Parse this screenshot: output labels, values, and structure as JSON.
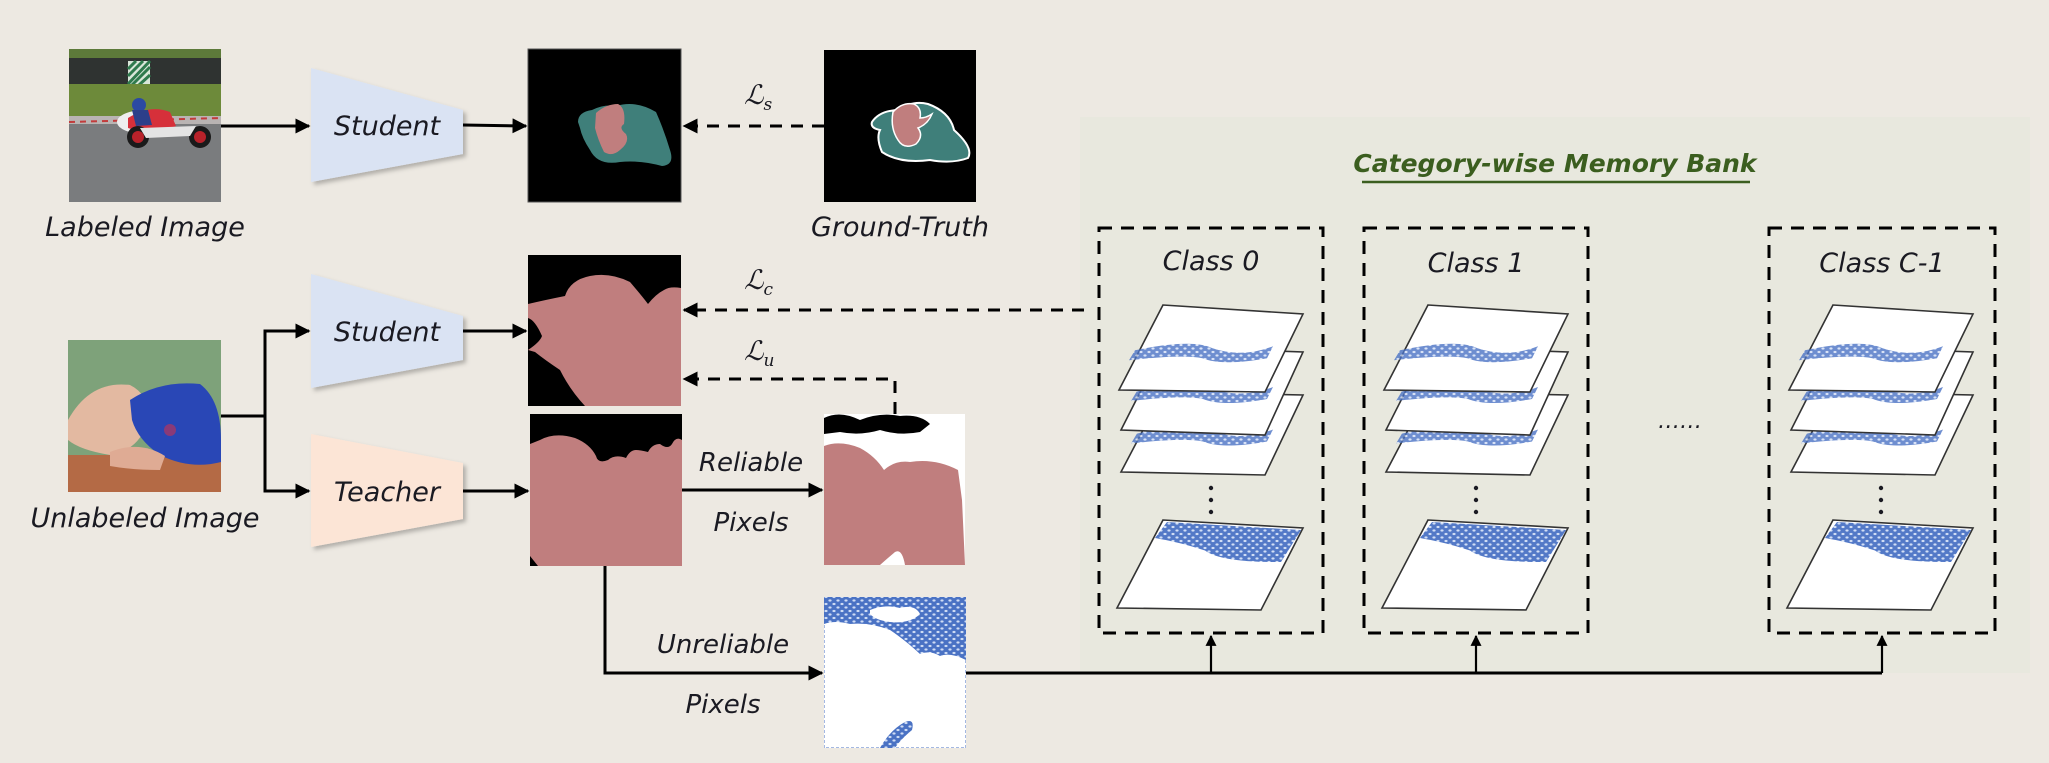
{
  "colors": {
    "background": "#ede9e2",
    "memory_panel": "#e8e8de",
    "student": "#dae3f3",
    "teacher": "#fce5d6",
    "title_green": "#3b5e1f",
    "mask_teal": "#3f7f7a",
    "mask_pink": "#c07e7e",
    "feature_blue": "#4a72c4"
  },
  "labeled_branch": {
    "image_caption": "Labeled Image",
    "network": "Student",
    "ground_truth_caption": "Ground-Truth",
    "loss": {
      "symbol": "ℒ",
      "subscript": "s"
    }
  },
  "unlabeled_branch": {
    "image_caption": "Unlabeled Image",
    "student": "Student",
    "teacher": "Teacher",
    "loss_contrastive": {
      "symbol": "ℒ",
      "subscript": "c"
    },
    "loss_unsupervised": {
      "symbol": "ℒ",
      "subscript": "u"
    },
    "reliable_line1": "Reliable",
    "reliable_line2": "Pixels",
    "unreliable_line1": "Unreliable",
    "unreliable_line2": "Pixels"
  },
  "memory_bank": {
    "title": "Category-wise Memory Bank",
    "classes": [
      {
        "label": "Class 0"
      },
      {
        "label": "Class 1"
      },
      {
        "label": "Class C-1"
      }
    ],
    "between_ellipsis": "……",
    "stack_ellipsis": "⋮"
  }
}
